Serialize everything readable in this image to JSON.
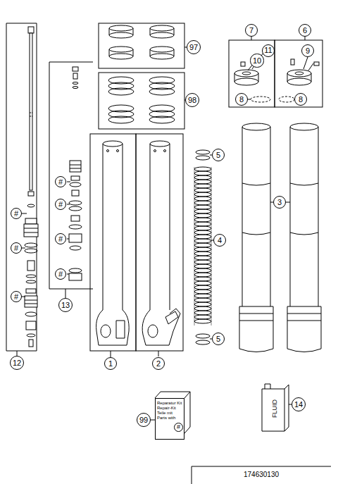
{
  "diagram": {
    "nodes": [
      {
        "text": [
          "7"
        ]
      },
      {
        "text": [
          "6"
        ]
      },
      {
        "text": [
          "97"
        ]
      },
      {
        "text": [
          "11"
        ]
      },
      {
        "text": [
          "9"
        ]
      },
      {
        "text": [
          "10"
        ]
      },
      {
        "text": [
          "8"
        ]
      },
      {
        "text": [
          "8"
        ]
      },
      {
        "text": [
          "98"
        ]
      },
      {
        "text": [
          "5"
        ]
      },
      {
        "text": [
          "#"
        ]
      },
      {
        "text": [
          "3"
        ]
      },
      {
        "text": [
          "#"
        ]
      },
      {
        "text": [
          "#"
        ]
      },
      {
        "text": [
          "#"
        ]
      },
      {
        "text": [
          "4"
        ]
      },
      {
        "text": [
          "#"
        ]
      },
      {
        "text": [
          "#"
        ]
      },
      {
        "text": [
          "#"
        ]
      },
      {
        "text": [
          "13"
        ]
      },
      {
        "text": [
          "5"
        ]
      },
      {
        "text": [
          "12"
        ]
      },
      {
        "text": [
          "1"
        ]
      },
      {
        "text": [
          "2"
        ]
      },
      {
        "text": [
          "14"
        ]
      },
      {
        "text": [
          "99"
        ]
      },
      {
        "text": [
          "Reparatur Kit",
          "Repair-Kit",
          "Teile mit",
          "Parts with"
        ]
      },
      {
        "text": [
          "#"
        ],
        "in": 26
      }
    ],
    "labels": [
      "174630130",
      "FLUID"
    ]
  }
}
